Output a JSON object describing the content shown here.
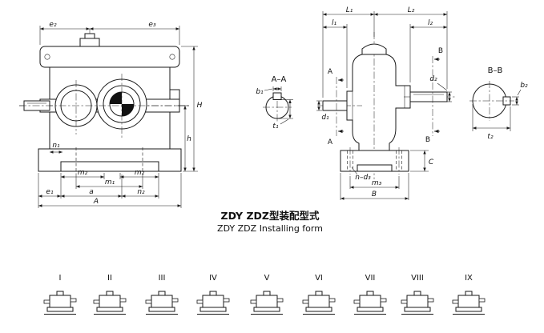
{
  "caption": {
    "zh": "ZDY ZDZ型装配型式",
    "en": "ZDY ZDZ Installing form"
  },
  "front_view": {
    "e2": "e₂",
    "e3": "e₃",
    "H": "H",
    "h": "h",
    "n1": "n₁",
    "m2_left": "m₂",
    "m2_right": "m₂",
    "m1": "m₁",
    "e1": "e₁",
    "a": "a",
    "n2": "n₂",
    "A": "A"
  },
  "section_aa": {
    "title": "A–A",
    "b1": "b₁",
    "t1": "t₁"
  },
  "side_view": {
    "L1": "L₁",
    "L2": "L₂",
    "l1": "l₁",
    "l2": "l₂",
    "A_top": "A",
    "A_bottom": "A",
    "B_top": "B",
    "B_bottom_marker": "B",
    "d1": "d₁",
    "d2": "d₂",
    "C": "C",
    "n_d3": "n–d₃",
    "m3": "m₃",
    "B_width": "B"
  },
  "section_bb": {
    "title": "B–B",
    "b2": "b₂",
    "t2": "t₂"
  },
  "forms": {
    "labels": [
      "I",
      "II",
      "III",
      "IV",
      "V",
      "VI",
      "VII",
      "VIII",
      "IX"
    ]
  }
}
